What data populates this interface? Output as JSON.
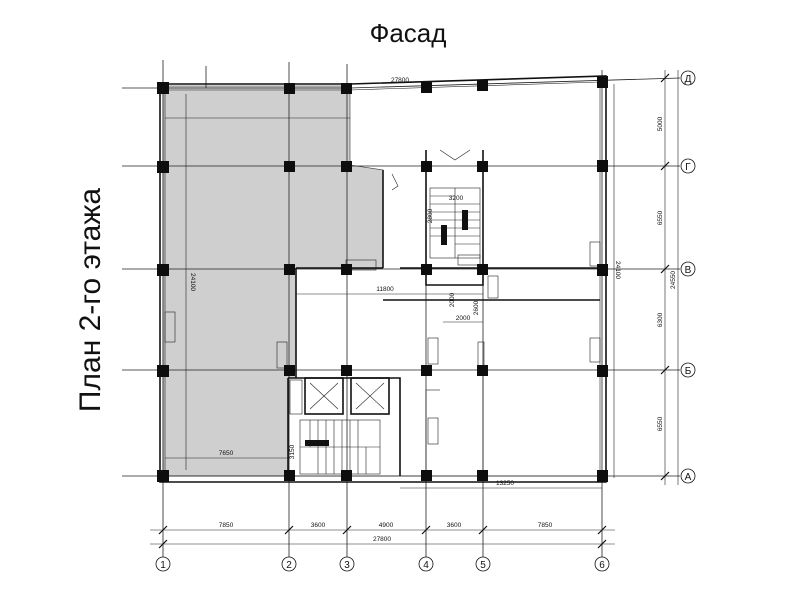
{
  "facade_label": "Фасад",
  "plan_title": "План 2-го этажа",
  "grid_columns": [
    {
      "id": "1",
      "label": "1"
    },
    {
      "id": "2",
      "label": "2"
    },
    {
      "id": "3",
      "label": "3"
    },
    {
      "id": "4",
      "label": "4"
    },
    {
      "id": "5",
      "label": "5"
    },
    {
      "id": "6",
      "label": "6"
    }
  ],
  "grid_rows": [
    {
      "id": "D",
      "label": "Д"
    },
    {
      "id": "G",
      "label": "Г"
    },
    {
      "id": "V",
      "label": "В"
    },
    {
      "id": "B",
      "label": "Б"
    },
    {
      "id": "A",
      "label": "А"
    }
  ],
  "dimensions": {
    "top_total": "27800",
    "bottom_spans": [
      "7850",
      "3600",
      "4900",
      "3600",
      "7850"
    ],
    "bottom_total": "27800",
    "right_spans": [
      "5000",
      "6550",
      "6300",
      "6550"
    ],
    "right_total": "24550",
    "left_vertical": "24100",
    "right_vertical": "24100",
    "gray_bottom": "7650",
    "interior_11800": "11800",
    "interior_13250": "13250",
    "interior_2000a": "2000",
    "interior_2000b": "2000",
    "interior_2600": "2600",
    "interior_3200": "3200",
    "interior_2800": "2800",
    "stair_dim": "3150"
  }
}
